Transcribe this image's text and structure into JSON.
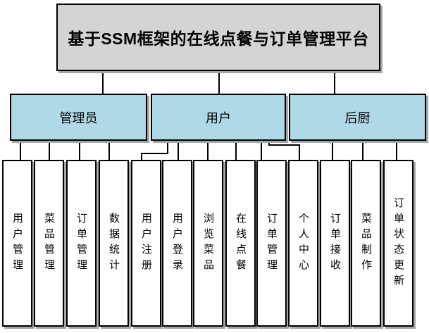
{
  "title": "基于SSM框架的在线点餐与订单管理平台",
  "colors": {
    "root_fill": "#d4d4d4",
    "branch_fill": "#b0d9e7",
    "leaf_fill": "#ffffff",
    "border": "#000000",
    "shadow": "#a6a6a6",
    "line": "#000000"
  },
  "branches": [
    {
      "label": "管理员",
      "children": [
        "用户管理",
        "菜品管理",
        "订单管理",
        "数据统计"
      ]
    },
    {
      "label": "用户",
      "children": [
        "用户注册",
        "用户登录",
        "浏览菜品",
        "在线点餐",
        "订单管理",
        "个人中心"
      ]
    },
    {
      "label": "后厨",
      "children": [
        "订单接收",
        "菜品制作",
        "订单状态更新"
      ]
    }
  ]
}
